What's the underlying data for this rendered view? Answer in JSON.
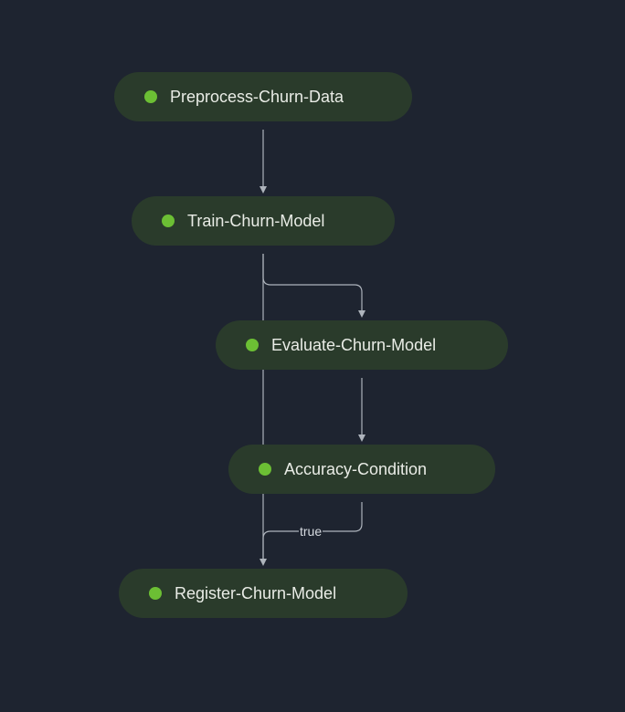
{
  "nodes": [
    {
      "id": "preprocess",
      "label": "Preprocess-Churn-Data",
      "status": "succeeded"
    },
    {
      "id": "train",
      "label": "Train-Churn-Model",
      "status": "succeeded"
    },
    {
      "id": "evaluate",
      "label": "Evaluate-Churn-Model",
      "status": "succeeded"
    },
    {
      "id": "condition",
      "label": "Accuracy-Condition",
      "status": "succeeded"
    },
    {
      "id": "register",
      "label": "Register-Churn-Model",
      "status": "succeeded"
    }
  ],
  "edges": [
    {
      "from": "preprocess",
      "to": "train",
      "label": ""
    },
    {
      "from": "train",
      "to": "evaluate",
      "label": ""
    },
    {
      "from": "train",
      "to": "register",
      "label": ""
    },
    {
      "from": "evaluate",
      "to": "condition",
      "label": ""
    },
    {
      "from": "condition",
      "to": "register",
      "label": "true"
    }
  ],
  "colors": {
    "background": "#1e2430",
    "node_fill": "#2a3b2b",
    "status_succeeded": "#6cbf34",
    "edge": "#aeb4bc",
    "text": "#e9ece6"
  }
}
